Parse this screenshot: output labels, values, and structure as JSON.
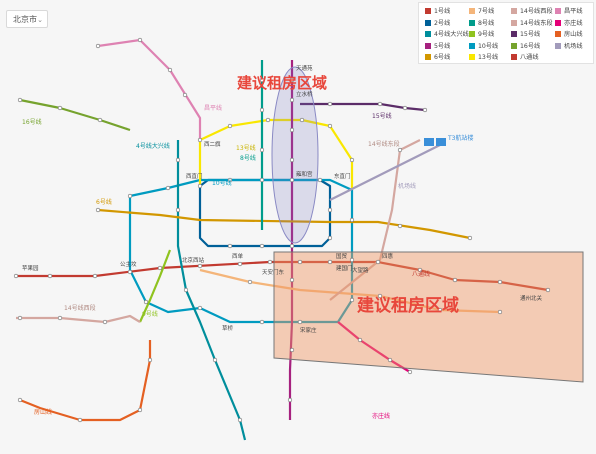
{
  "city_selector": {
    "value": "北京市"
  },
  "zone_labels": {
    "north": "建议租房区域",
    "southeast": "建议租房区域"
  },
  "legend": [
    {
      "name": "1号线",
      "color": "#c23a30"
    },
    {
      "name": "7号线",
      "color": "#f4b57a"
    },
    {
      "name": "14号线西段",
      "color": "#d4a7a0"
    },
    {
      "name": "昌平线",
      "color": "#de82b2"
    },
    {
      "name": "2号线",
      "color": "#006098"
    },
    {
      "name": "8号线",
      "color": "#009c8b"
    },
    {
      "name": "14号线东段",
      "color": "#d4a7a0"
    },
    {
      "name": "亦庄线",
      "color": "#e40077"
    },
    {
      "name": "4号线大兴线",
      "color": "#008e9c"
    },
    {
      "name": "9号线",
      "color": "#8fc31f"
    },
    {
      "name": "15号线",
      "color": "#5b2c68"
    },
    {
      "name": "房山线",
      "color": "#e46022"
    },
    {
      "name": "5号线",
      "color": "#a6217f"
    },
    {
      "name": "10号线",
      "color": "#009bc0"
    },
    {
      "name": "16号线",
      "color": "#76a32e"
    },
    {
      "name": "机场线",
      "color": "#a29bbb"
    },
    {
      "name": "6号线",
      "color": "#d29700"
    },
    {
      "name": "13号线",
      "color": "#f9e700"
    },
    {
      "name": "八通线",
      "color": "#c23a30"
    }
  ],
  "map_labels": {
    "line_4": "4号线大兴线",
    "line_6": "6号线",
    "line_8": "8号线",
    "line_9": "9号线",
    "line_10": "10号线",
    "line_13": "13号线",
    "line_14w": "14号线西段",
    "line_14e": "14号线东段",
    "line_15": "15号线",
    "line_16": "16号线",
    "changping": "昌平线",
    "batong": "八通线",
    "yizhuang": "亦庄线",
    "fangshan": "房山线",
    "airport": "机场线",
    "terminal_t3": "T3航站楼"
  },
  "stations": {
    "xierqi": "西二旗",
    "xizhimen": "西直门",
    "dongzhimen": "东直门",
    "sihui": "四惠",
    "guomao": "国贸",
    "songjiazhuang": "宋家庄",
    "beijingxi": "北京西站",
    "gongzhufen": "公主坟",
    "pingguoyuan": "苹果园",
    "xidan": "西单",
    "tiananmen": "天安门东",
    "jianguomen": "建国门",
    "yonghegong": "雍和宫",
    "tongzhou": "通州北关",
    "lishuiqiao": "立水桥",
    "tiantongyuan": "天通苑",
    "caoqiao": "草桥",
    "dawanglu": "大望路"
  }
}
